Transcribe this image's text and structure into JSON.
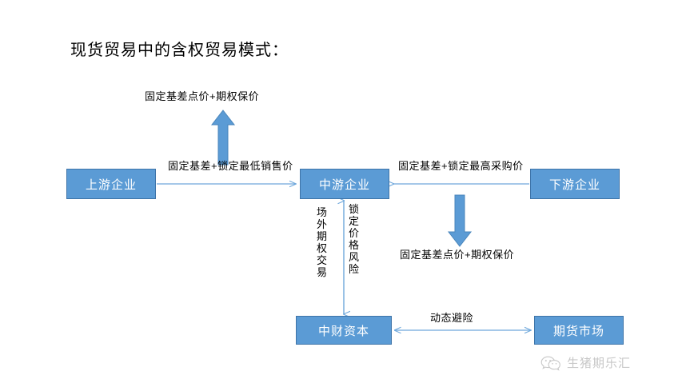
{
  "diagram": {
    "title": "现货贸易中的含权贸易模式：",
    "nodes": {
      "upstream": "上游企业",
      "midstream": "中游企业",
      "downstream": "下游企业",
      "capital": "中财资本",
      "futures": "期货市场"
    },
    "labels": {
      "top_option": "固定基差点价+期权保价",
      "left_link": "固定基差+锁定最低销售价",
      "right_link": "固定基差+锁定最高采购价",
      "right_option": "固定基差点价+期权保价",
      "hedge": "动态避险",
      "vertical_otc": "场外期权交易",
      "vertical_price_risk": "锁定价格风险"
    },
    "colors": {
      "box_fill": "#5B9BD5",
      "box_border": "#3E74A8",
      "arrow": "#6FA8DC",
      "block_arrow": "#5B9BD5",
      "text": "#000000",
      "box_text": "#FFFFFF"
    }
  },
  "watermark": {
    "icon": "wechat-icon",
    "text": "生猪期乐汇"
  }
}
